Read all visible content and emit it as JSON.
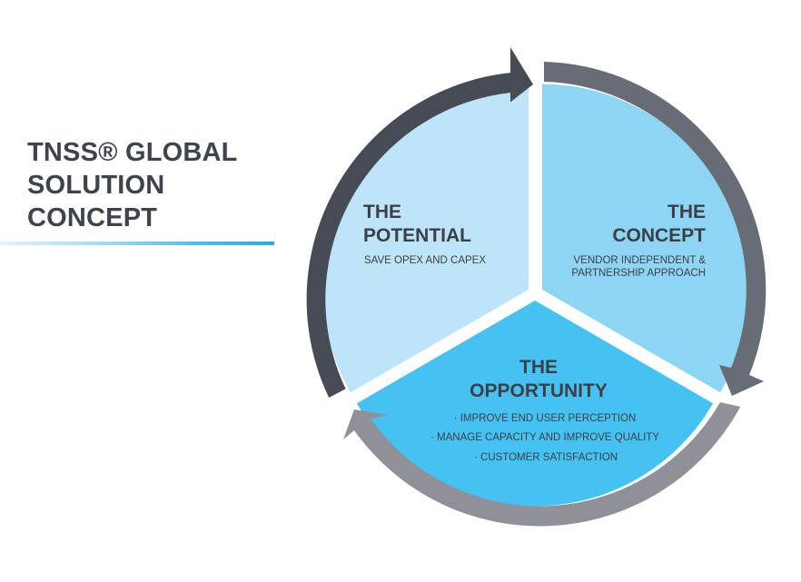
{
  "title": {
    "lines": [
      "TNSS® GLOBAL",
      "SOLUTION",
      "CONCEPT"
    ]
  },
  "segments": {
    "potential": {
      "heading": [
        "THE",
        "POTENTIAL"
      ],
      "items": [
        "SAVE OPEX AND CAPEX"
      ]
    },
    "concept": {
      "heading": [
        "THE",
        "CONCEPT"
      ],
      "items": [
        "VENDOR INDEPENDENT &",
        "PARTNERSHIP APPROACH"
      ]
    },
    "opportunity": {
      "heading": [
        "THE",
        "OPPORTUNITY"
      ],
      "items": [
        "· IMPROVE END USER PERCEPTION",
        "· MANAGE CAPACITY AND IMPROVE QUALITY",
        "· CUSTOMER SATISFACTION"
      ]
    }
  },
  "colors": {
    "potential_fill": "#bde4f8",
    "concept_fill": "#8ed5f4",
    "opportunity_fill": "#45c2f1",
    "arrow_potential": "#474b53",
    "arrow_concept": "#686c74",
    "arrow_opportunity": "#8e9198",
    "title_text": "#3f434b"
  }
}
